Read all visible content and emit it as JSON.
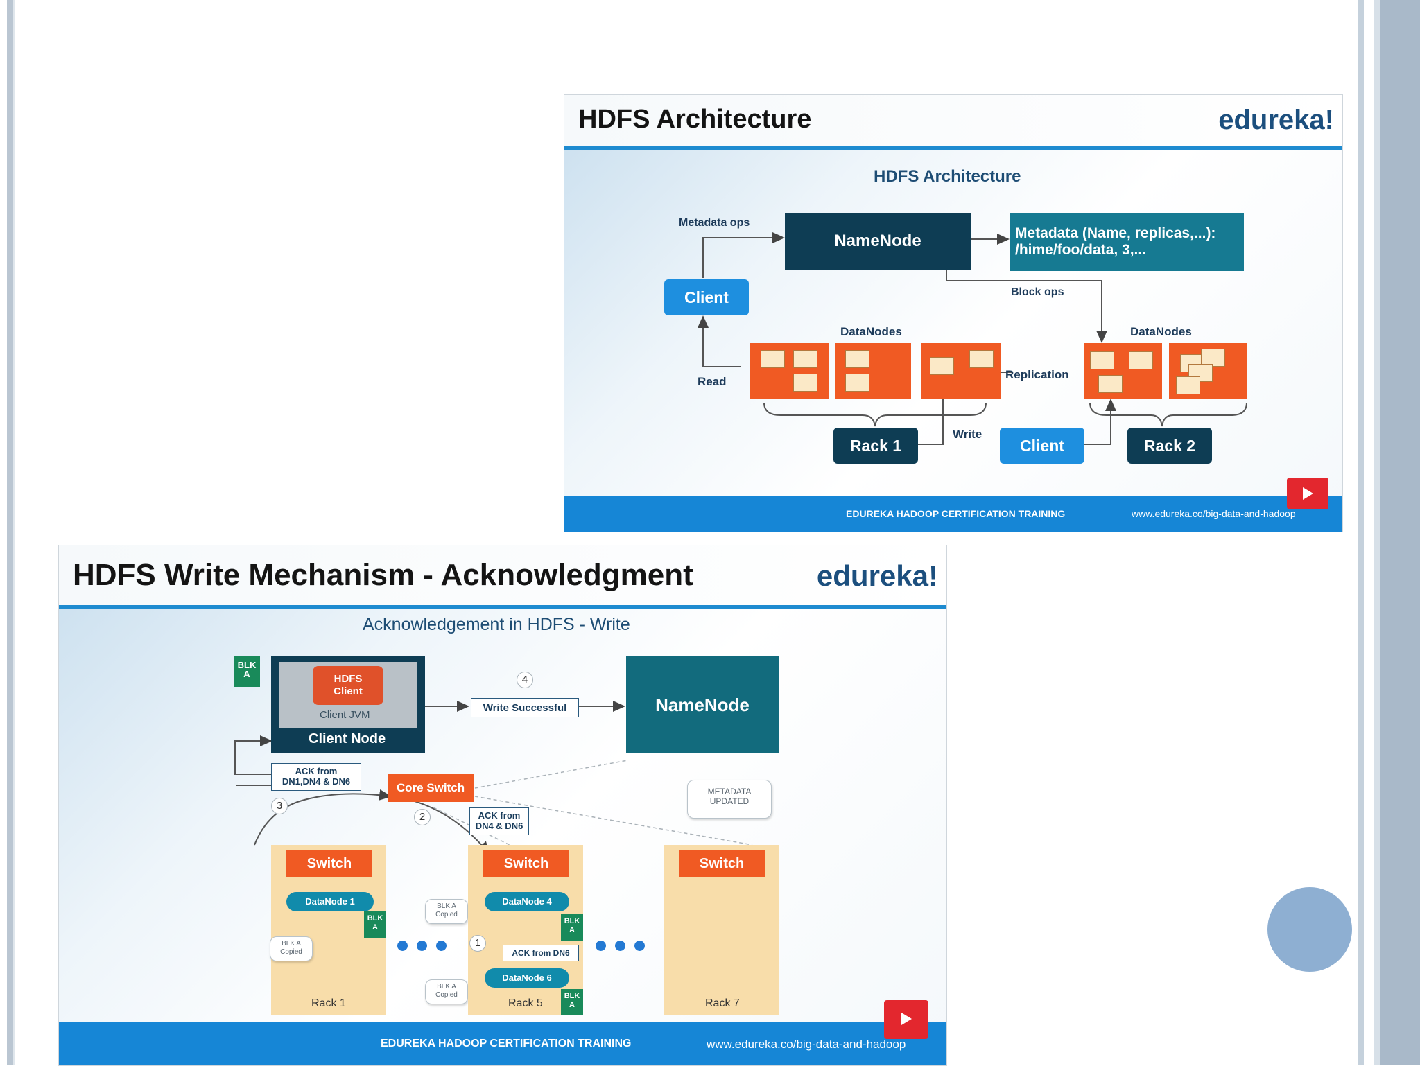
{
  "slide1": {
    "title": "HDFS Architecture",
    "brand": "edureka!",
    "diagram_title": "HDFS Architecture",
    "namenode": "NameNode",
    "metadata": "Metadata (Name, replicas,...):\n/hime/foo/data, 3,...",
    "metadata_ops": "Metadata ops",
    "block_ops": "Block ops",
    "client_top": "Client",
    "client_bottom": "Client",
    "datanodes_left": "DataNodes",
    "datanodes_right": "DataNodes",
    "read": "Read",
    "write": "Write",
    "replication": "Replication",
    "rack1": "Rack 1",
    "rack2": "Rack 2",
    "footer_left": "EDUREKA HADOOP CERTIFICATION TRAINING",
    "footer_right": "www.edureka.co/big-data-and-hadoop"
  },
  "slide2": {
    "title": "HDFS Write Mechanism - Acknowledgment",
    "brand": "edureka!",
    "diagram_title": "Acknowledgement in HDFS - Write",
    "hdfs_client": "HDFS\nClient",
    "client_jvm": "Client JVM",
    "client_node": "Client Node",
    "blk_a": "BLK\nA",
    "namenode": "NameNode",
    "write_successful": "Write Successful",
    "ack_all": "ACK from\nDN1,DN4 & DN6",
    "ack_dn4_dn6": "ACK from\nDN4 & DN6",
    "ack_dn6": "ACK from DN6",
    "metadata_updated": "METADATA\nUPDATED",
    "core_switch": "Core Switch",
    "switch": "Switch",
    "datanode1": "DataNode 1",
    "datanode4": "DataNode 4",
    "datanode6": "DataNode 6",
    "blk_a_copied": "BLK A\nCopied",
    "rack1": "Rack 1",
    "rack5": "Rack 5",
    "rack7": "Rack 7",
    "steps": [
      "1",
      "2",
      "3",
      "4"
    ],
    "footer_left": "EDUREKA HADOOP CERTIFICATION TRAINING",
    "footer_right": "www.edureka.co/big-data-and-hadoop"
  },
  "colors": {
    "accent_blue": "#1686d6",
    "dark_teal": "#0e3d54",
    "orange": "#f05a23",
    "client_blue": "#1e8fdf",
    "rack_tan": "#f8ddaa"
  }
}
